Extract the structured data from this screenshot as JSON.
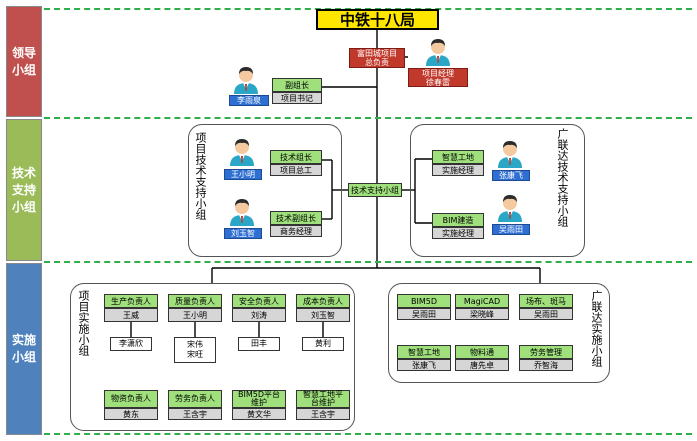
{
  "sidebar": {
    "leader": {
      "label": "领导小组",
      "color": "#c0504d"
    },
    "tech": {
      "label": "技术支持小组",
      "color": "#9bbb59"
    },
    "impl": {
      "label": "实施小组",
      "color": "#4f81bd"
    }
  },
  "top": {
    "title": "中铁十八局",
    "leader_box": {
      "line1": "富田城项目",
      "line2": "总负责"
    },
    "manager": {
      "line1": "项目经理",
      "line2": "徐春雷"
    },
    "deputy": {
      "role": "副组长",
      "title": "项目书记",
      "name": "李雨泉"
    }
  },
  "tech": {
    "center": "技术支持小组",
    "left_label": "项目技术支持小组",
    "right_label": "广联达技术支持小组",
    "left": [
      {
        "role": "技术组长",
        "title": "项目总工",
        "name": "王小明"
      },
      {
        "role": "技术副组长",
        "title": "商务经理",
        "name": "刘玉智"
      }
    ],
    "right": [
      {
        "role": "智慧工地",
        "title": "实施经理",
        "name": "张康飞"
      },
      {
        "role": "BIM建造",
        "title": "实施经理",
        "name": "吴雨田"
      }
    ]
  },
  "impl": {
    "left_label": "项目实施小组",
    "right_label": "广联达实施小组",
    "left_top": [
      {
        "role": "生产负责人",
        "name": "王威",
        "member": "李潇欣"
      },
      {
        "role": "质量负责人",
        "name": "王小明",
        "member": "宋伟\n宋旺"
      },
      {
        "role": "安全负责人",
        "name": "刘涛",
        "member": "田丰"
      },
      {
        "role": "成本负责人",
        "name": "刘玉智",
        "member": "黄利"
      }
    ],
    "left_bottom": [
      {
        "role": "物资负责人",
        "name": "黄东"
      },
      {
        "role": "劳务负责人",
        "name": "王含宇"
      },
      {
        "role": "BIM5D平台\n维护",
        "name": "黄文华"
      },
      {
        "role": "智慧工地平\n台维护",
        "name": "王含宇"
      }
    ],
    "right_top": [
      {
        "role": "BIM5D",
        "name": "吴雨田"
      },
      {
        "role": "MagiCAD",
        "name": "梁晓峰"
      },
      {
        "role": "场布、斑马",
        "name": "吴雨田"
      }
    ],
    "right_bottom": [
      {
        "role": "智慧工地",
        "name": "张康飞"
      },
      {
        "role": "物料通",
        "name": "唐先卓"
      },
      {
        "role": "劳务管理",
        "name": "乔智海"
      }
    ]
  }
}
